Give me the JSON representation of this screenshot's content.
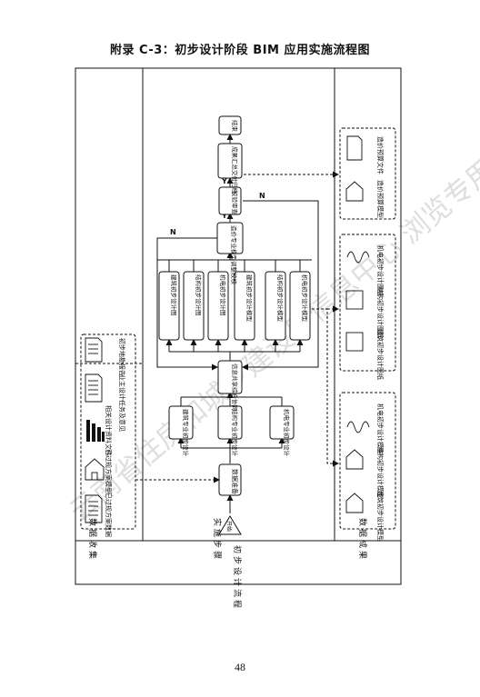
{
  "title": "附录 C-3：初步设计阶段 BIM 应用实施流程图",
  "page_number": "48",
  "watermark": "云南省住房和城乡建设厅信息中心  浏览专用",
  "sections": {
    "data_collection": "数据收集",
    "steps": "实施步骤",
    "data_results": "数据成果",
    "row_label": "初步设计流程"
  },
  "nodes": {
    "start": "开始",
    "data_prep": "数据准备",
    "arch_design": "建筑专业初步设计",
    "struct_design": "结构专业初步设计",
    "mep_design": "机电专业初步设计",
    "info_share": "信息共享综合协同",
    "arch_drawing": "建筑初步设计图",
    "struct_drawing": "结构初步设计图",
    "mep_drawing": "机电初步设计图",
    "arch_model": "建筑初步设计模型",
    "struct_model": "结构初步设计模型",
    "mep_model": "机电初步设计模型",
    "cost_model": "造价专业模型调整校核",
    "check": "校验审查",
    "archive": "成果汇总交付归档",
    "end": "结束",
    "yes": "Y",
    "no": "N"
  },
  "inputs": {
    "existing_data": "已过规方案数据",
    "existing_model": "已过规方案模型",
    "design_files": "相关设计资料文件",
    "owner_task": "业主设计任务及意见",
    "basis": "初步地勘报告"
  },
  "outputs": {
    "arch_model": "建筑初步设计模型",
    "struct_model": "结构初步设计模型",
    "mep_model": "机电初步设计模型",
    "arch_drawing": "建筑初步设计图纸",
    "struct_drawing": "结构初步设计图纸",
    "mep_drawing": "机电初步设计图纸",
    "cost_model": "造价预算模型",
    "cost_file": "造价预算文件"
  }
}
